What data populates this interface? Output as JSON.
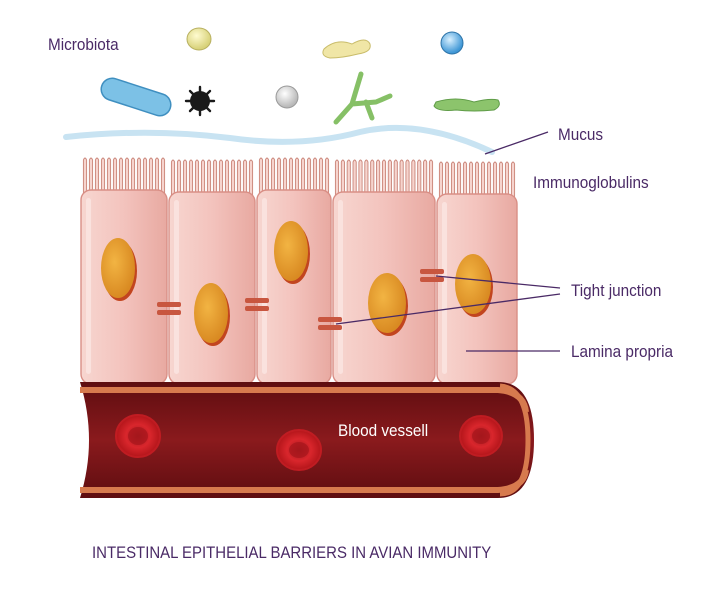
{
  "labels": {
    "microbiota": "Microbiota",
    "mucus": "Mucus",
    "immunoglobulins": "Immunoglobulins",
    "tight_junction": "Tight junction",
    "lamina_propria": "Lamina propria",
    "blood_vessel": "Blood vessell"
  },
  "title": "INTESTINAL EPITHELIAL BARRIERS IN AVIAN IMMUNITY",
  "colors": {
    "label_text": "#4a2a66",
    "cell_fill": "#f3c3bd",
    "nucleus": "#e39a2d",
    "mucus": "#c8e3f2",
    "vessel_dark": "#7b1216",
    "vessel_band": "#d77a4e",
    "junction": "#c8563f"
  }
}
